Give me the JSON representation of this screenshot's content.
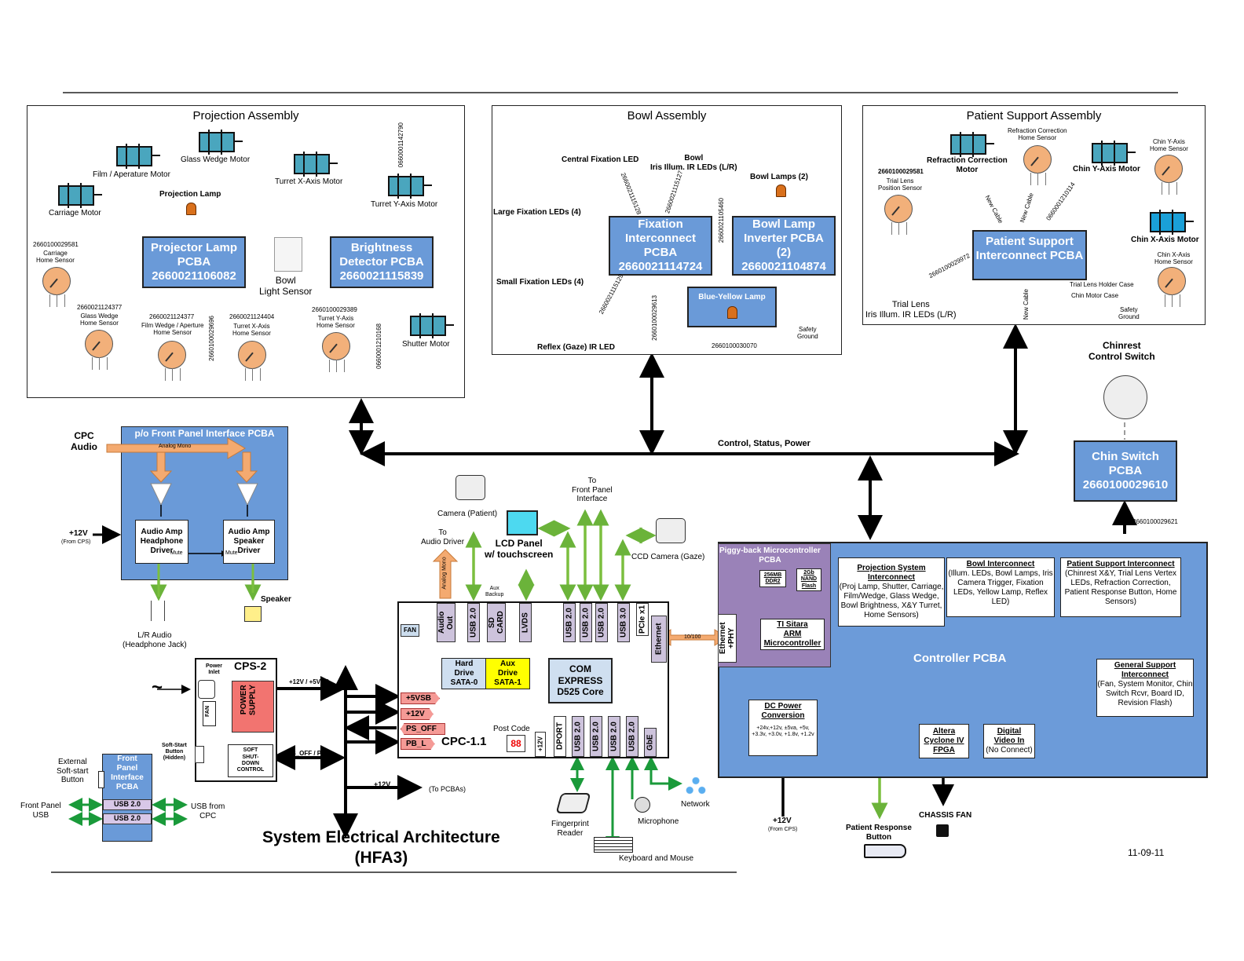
{
  "title": {
    "line1": "System Electrical Architecture",
    "line2": "(HFA3)"
  },
  "date": "11-09-11",
  "bus_label": "Control, Status, Power",
  "projection_assembly": {
    "title": "Projection Assembly",
    "motors": [
      "Film / Aperature Motor",
      "Glass Wedge Motor",
      "Turret X-Axis Motor",
      "Carriage Motor",
      "Turret Y-Axis Motor",
      "Shutter Motor"
    ],
    "lamp_label": "Projection Lamp",
    "projector_pcba": {
      "name": "Projector Lamp",
      "sub": "PCBA",
      "pn": "2660021106082"
    },
    "brightness_pcba": {
      "name": "Brightness",
      "sub": "Detector PCBA",
      "pn": "2660021115839"
    },
    "bowl_light_sensor": "Bowl\nLight Sensor",
    "sensors": [
      {
        "pn": "2660100029581",
        "name": "Carriage\nHome Sensor"
      },
      {
        "pn": "2660021124377",
        "name": "Glass Wedge\nHome Sensor"
      },
      {
        "pn": "2660021124377",
        "name": "Film Wedge / Aperture\nHome Sensor"
      },
      {
        "pn": "2660021124404",
        "name": "Turret X-Axis\nHome Sensor"
      },
      {
        "pn": "2660100029389",
        "name": "Turret Y-Axis\nHome Sensor"
      }
    ],
    "cable_pns": [
      "0660001142790",
      "2660100029696",
      "0660001210168"
    ]
  },
  "bowl_assembly": {
    "title": "Bowl Assembly",
    "leds": [
      "Central Fixation LED",
      "Bowl\nIris Illum. IR LEDs (L/R)",
      "Large Fixation LEDs (4)",
      "Small Fixation LEDs (4)",
      "Reflex (Gaze) IR LED"
    ],
    "lamps_label": "Bowl Lamps (2)",
    "fixation_pcba": {
      "name": "Fixation",
      "sub1": "Interconnect",
      "sub2": "PCBA",
      "pn": "2660021114724"
    },
    "inverter_pcba": {
      "name": "Bowl Lamp",
      "sub1": "Inverter PCBA",
      "sub2": "(2)",
      "pn": "2660021104874"
    },
    "blue_yellow_lamp": "Blue-Yellow Lamp",
    "safety_ground": "Safety\nGround",
    "cable_pns": [
      "2660021115128",
      "2660021115127",
      "2660021105460",
      "2660021115129",
      "2660100029613",
      "2660100030070"
    ]
  },
  "patient_support_assembly": {
    "title": "Patient Support Assembly",
    "refraction_motor": "Refraction Correction\nMotor",
    "refraction_sensor": "Refraction Correction\nHome Sensor",
    "chin_y_motor": "Chin Y-Axis Motor",
    "chin_y_sensor": "Chin Y-Axis\nHome Sensor",
    "trial_lens_sensor": {
      "pn": "2660100029581",
      "name": "Trial Lens\nPosition Sensor"
    },
    "chin_x_motor": "Chin X-Axis Motor",
    "chin_x_sensor": "Chin X-Axis\nHome Sensor",
    "pcba": {
      "name": "Patient Support",
      "sub": "Interconnect PCBA"
    },
    "trial_lens_leds": "Trial Lens\nIris Illum. IR LEDs (L/R)",
    "trial_lens_case": "Trial Lens Holder Case",
    "chin_motor_case": "Chin Motor Case",
    "safety_ground": "Safety\nGround",
    "new_cable": "New Cable",
    "cable_pns": [
      "0660001210114",
      "2660100029972"
    ]
  },
  "chinrest": {
    "label": "Chinrest\nControl Switch",
    "pcba": {
      "name": "Chin Switch",
      "sub": "PCBA",
      "pn": "2660100029610"
    },
    "cable_pn": "2660100029621"
  },
  "front_panel_audio": {
    "title": "p/o Front Panel Interface PCBA",
    "cpc_audio": "CPC\nAudio",
    "analog_mono": "Analog Mono",
    "headphone_driver": "Audio Amp\nHeadphone\nDriver",
    "speaker_driver": "Audio Amp\nSpeaker\nDriver",
    "mute": "Mute",
    "power_in": "+12V",
    "power_from": "(From CPS)",
    "lr_audio": "L/R Audio\n(Headphone Jack)",
    "speaker": "Speaker"
  },
  "cps": {
    "title": "CPS-2",
    "power_inlet": "Power\nInlet",
    "power_supply": "POWER\nSUPPLY",
    "fan": "FAN",
    "soft_shutdown": "SOFT\nSHUT-\nDOWN\nCONTROL",
    "soft_start": "Soft-Start\nButton\n(Hidden)",
    "out_label": "+12V / +5VSB",
    "ps_label": "PS_OFF / PB_L",
    "to_pcbas_v": "+12V",
    "to_pcbas": "(To PCBAs)"
  },
  "front_panel_pcba": {
    "name": "Front\nPanel\nInterface\nPCBA",
    "usb": [
      "USB 2.0",
      "USB 2.0"
    ],
    "ext_button": "External\nSoft-start\nButton",
    "front_usb": "Front Panel\nUSB",
    "usb_from": "USB from\nCPC"
  },
  "cpc": {
    "name": "CPC-1.1",
    "fan": "FAN",
    "top_ports": [
      "Audio\nOut",
      "USB 2.0",
      "SD\nCARD",
      "LVDS",
      "USB 2.0",
      "USB 2.0",
      "USB 2.0",
      "USB 3.0",
      "PCIe x1"
    ],
    "ethernet": "Ethernet",
    "aux_backup": "Aux\nBackup",
    "hard_drive": "Hard\nDrive\nSATA-0",
    "aux_drive": "Aux\nDrive\nSATA-1",
    "com_express": "COM\nEXPRESS\nD525 Core",
    "power_tags": [
      "+5VSB",
      "+12V",
      "PS_OFF",
      "PB_L"
    ],
    "post_code": "Post Code",
    "v12": "+12V",
    "bottom_ports": [
      "DPORT",
      "USB 2.0",
      "USB 2.0",
      "USB 2.0",
      "USB 2.0",
      "GbE"
    ]
  },
  "peripherals": {
    "camera_patient": "Camera (Patient)",
    "to_audio": "To\nAudio Driver",
    "analog_mono": "Analog Mono",
    "lcd": "LCD Panel\nw/ touchscreen",
    "to_front_panel": "To\nFront Panel\nInterface",
    "ccd_camera": "CCD Camera (Gaze)",
    "fingerprint": "Fingerprint\nReader",
    "microphone": "Microphone",
    "network": "Network",
    "keyboard": "Keyboard and Mouse",
    "eth_speed": "10/100"
  },
  "controller": {
    "name": "Controller PCBA",
    "piggyback": "Piggy-back Microcontroller\nPCBA",
    "ddr": "256MB\nDDR2",
    "nand": "2Gb\nNAND\nFlash",
    "arm": "TI Sitara\nARM\nMicrocontroller",
    "eth_phy": "Ethernet\n+PHY",
    "proj_ic": {
      "title": "Projection System\nInterconnect",
      "body": "(Proj Lamp, Shutter, Carriage, Film/Wedge, Glass Wedge, Bowl Brightness, X&Y Turret, Home Sensors)"
    },
    "bowl_ic": {
      "title": "Bowl Interconnect",
      "body": "(Illum. LEDs, Bowl Lamps, Iris Camera Trigger, Fixation LEDs, Yellow Lamp, Reflex LED)"
    },
    "ps_ic": {
      "title": "Patient Support Interconnect",
      "body": "(Chinrest X&Y, Trial Lens Vertex LEDs, Refraction Correction, Patient Response Button, Home Sensors)"
    },
    "gen_ic": {
      "title": "General Support\nInterconnect",
      "body": "(Fan, System Monitor, Chin Switch Rcvr, Board ID, Revision Flash)"
    },
    "dc_power": {
      "title": "DC Power\nConversion",
      "body": "+24v,+12v, ±5va, +5v, +3.3v, +3.0v, +1.8v, +1.2v"
    },
    "fpga": "Altera\nCyclone IV\nFPGA",
    "dvi": {
      "title": "Digital\nVideo In",
      "body": "(No Connect)"
    },
    "power_in": "+12V",
    "power_from": "(From CPS)",
    "patient_button": "Patient Response\nButton",
    "chassis_fan": "CHASSIS FAN"
  },
  "colors": {
    "pcb_blue": "#6a9ad8",
    "controller_blue": "#6c9bd9",
    "piggyback_purple": "#9a82b8",
    "motor_teal": "#4aa6be",
    "sensor_orange": "#f2b07a",
    "usb_green": "#7bbf3f",
    "audio_orange": "#f4aa70",
    "power_red": "#f59a96",
    "drive_yellow": "#ffff00"
  }
}
